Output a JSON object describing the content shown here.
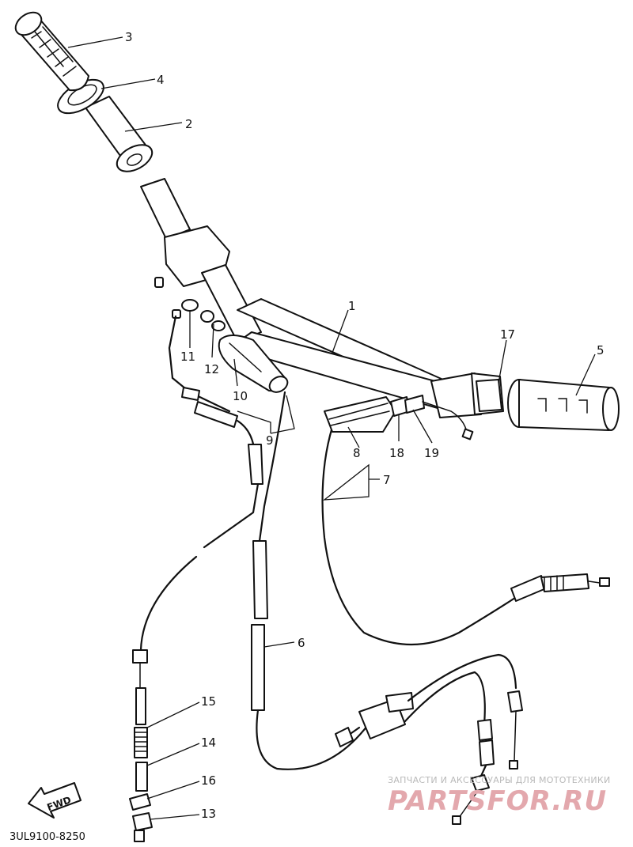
{
  "diagram": {
    "callouts": {
      "c1": "1",
      "c2": "2",
      "c3": "3",
      "c4": "4",
      "c5": "5",
      "c6": "6",
      "c7": "7",
      "c8": "8",
      "c9": "9",
      "c10": "10",
      "c11": "11",
      "c12": "12",
      "c13": "13",
      "c14": "14",
      "c15": "15",
      "c16": "16",
      "c17": "17",
      "c18": "18",
      "c19": "19"
    },
    "diagram_code": "3UL9100-8250",
    "fwd_label": "FWD"
  },
  "watermark": {
    "tagline": "ЗАПЧАСТИ И АКСЕССУАРЫ ДЛЯ МОТОТЕХНИКИ",
    "brand": "PARTSFOR.RU",
    "color": "#e3a8ad"
  }
}
